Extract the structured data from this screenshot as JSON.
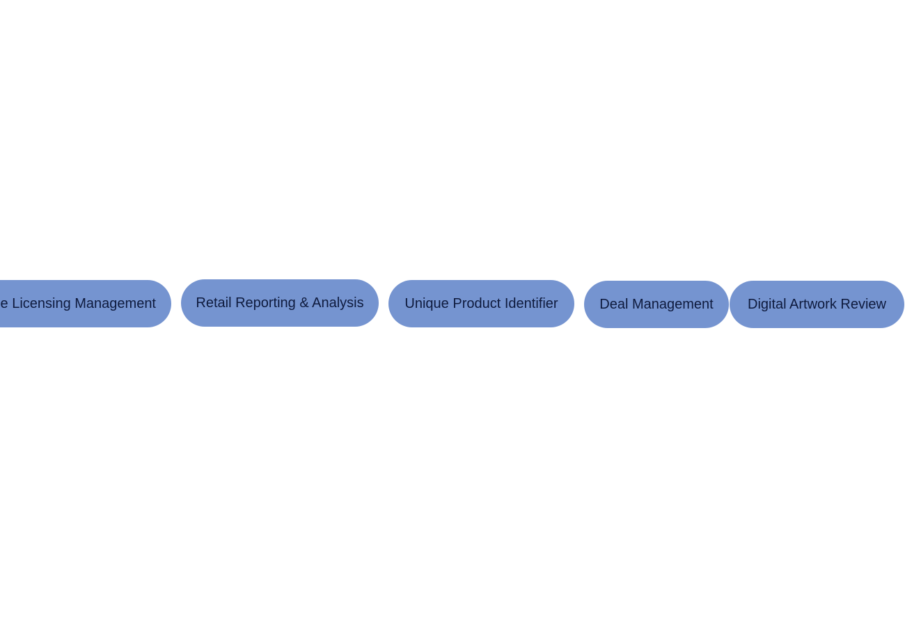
{
  "colors": {
    "pill_background": "#7594d0",
    "pill_text": "#0e1a3d",
    "page_background": "#ffffff"
  },
  "carousel": {
    "items": [
      {
        "label": "e Licensing Management"
      },
      {
        "label": "Retail Reporting & Analysis"
      },
      {
        "label": "Unique Product Identifier"
      },
      {
        "label": "Deal Management"
      },
      {
        "label": "Digital Artwork Review"
      }
    ]
  }
}
